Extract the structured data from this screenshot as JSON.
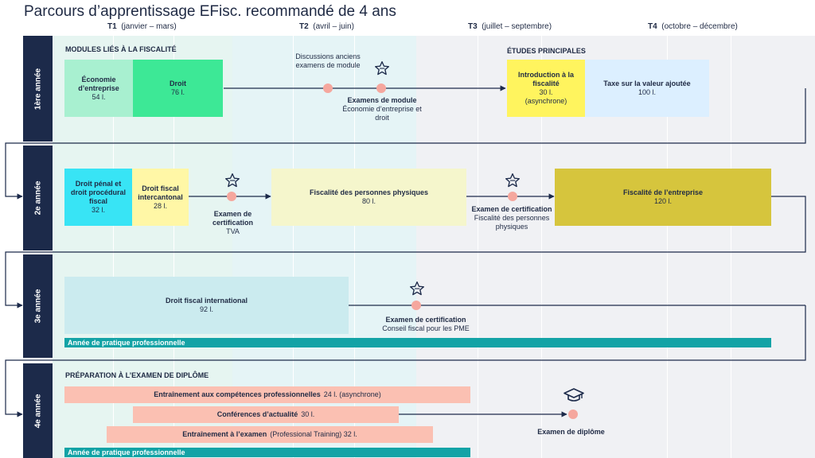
{
  "title": "Parcours d’apprentissage EFisc. recommandé de 4 ans",
  "quarters": [
    {
      "code": "T1",
      "months": "(janvier – mars)"
    },
    {
      "code": "T2",
      "months": "(avril – juin)"
    },
    {
      "code": "T3",
      "months": "(juillet – septembre)"
    },
    {
      "code": "T4",
      "months": "(octobre – décembre)"
    }
  ],
  "years": [
    "1ère année",
    "2e année",
    "3e année",
    "4e année"
  ],
  "sections": {
    "tax_modules": "MODULES LIÉS À LA FISCALITÉ",
    "main_studies": "ÉTUDES PRINCIPALES",
    "exam_prep": "PRÉPARATION À L’EXAMEN DE DIPLÔME"
  },
  "year1": {
    "economy": {
      "title": "Économie d’entreprise",
      "hours": "54 l."
    },
    "law": {
      "title": "Droit",
      "hours": "76 l."
    },
    "discussions": "Discussions anciens examens de module",
    "exams_title": "Examens de module",
    "exams_sub": "Économie d’entreprise et droit",
    "intro": {
      "title": "Introduction à la fiscalité",
      "hours": "30 l.",
      "mode": "(asynchrone)"
    },
    "vat": {
      "title": "Taxe sur la valeur ajoutée",
      "hours": "100 l."
    }
  },
  "year2": {
    "penal": {
      "title": "Droit pénal et droit procédural fiscal",
      "hours": "32 l."
    },
    "intercantonal": {
      "title": "Droit fiscal intercantonal",
      "hours": "28 l."
    },
    "exam_tva_title": "Examen de certification",
    "exam_tva_sub": "TVA",
    "natural": {
      "title": "Fiscalité des personnes physiques",
      "hours": "80 l."
    },
    "exam_pp_title": "Examen de certification",
    "exam_pp_sub": "Fiscalité des personnes physiques",
    "company": {
      "title": "Fiscalité de l’entreprise",
      "hours": "120 l."
    }
  },
  "year3": {
    "international": {
      "title": "Droit fiscal international",
      "hours": "92 l."
    },
    "exam_title": "Examen de certification",
    "exam_sub": "Conseil fiscal pour les PME",
    "practice": "Année de pratique professionnelle"
  },
  "year4": {
    "training": {
      "title": "Entraînement aux compétences professionnelles",
      "detail": "24 l. (asynchrone)"
    },
    "conferences": {
      "title": "Conférences d’actualité",
      "detail": "30 l."
    },
    "exam_training": {
      "title": "Entraînement à l’examen",
      "detail": "(Professional Training) 32 l."
    },
    "diploma": "Examen de diplôme",
    "practice": "Année de pratique professionnelle"
  },
  "colors": {
    "navy": "#1c2a4a",
    "q1_band": "#e6f5f1",
    "q2_band": "#e5f4f6",
    "q34_band": "#f0f1f4",
    "economy": "#a8f0d0",
    "law": "#3de896",
    "intro": "#fff45e",
    "vat": "#dcefff",
    "penal": "#38e4f5",
    "intercantonal": "#fff7a6",
    "natural": "#f5f6cc",
    "company": "#d6c53d",
    "international": "#cbebef",
    "practice": "#13a3a6",
    "salmon": "#fbc0b2",
    "dot": "#f5a79e"
  },
  "icons": [
    "star-icon",
    "graduation-cap-icon"
  ]
}
